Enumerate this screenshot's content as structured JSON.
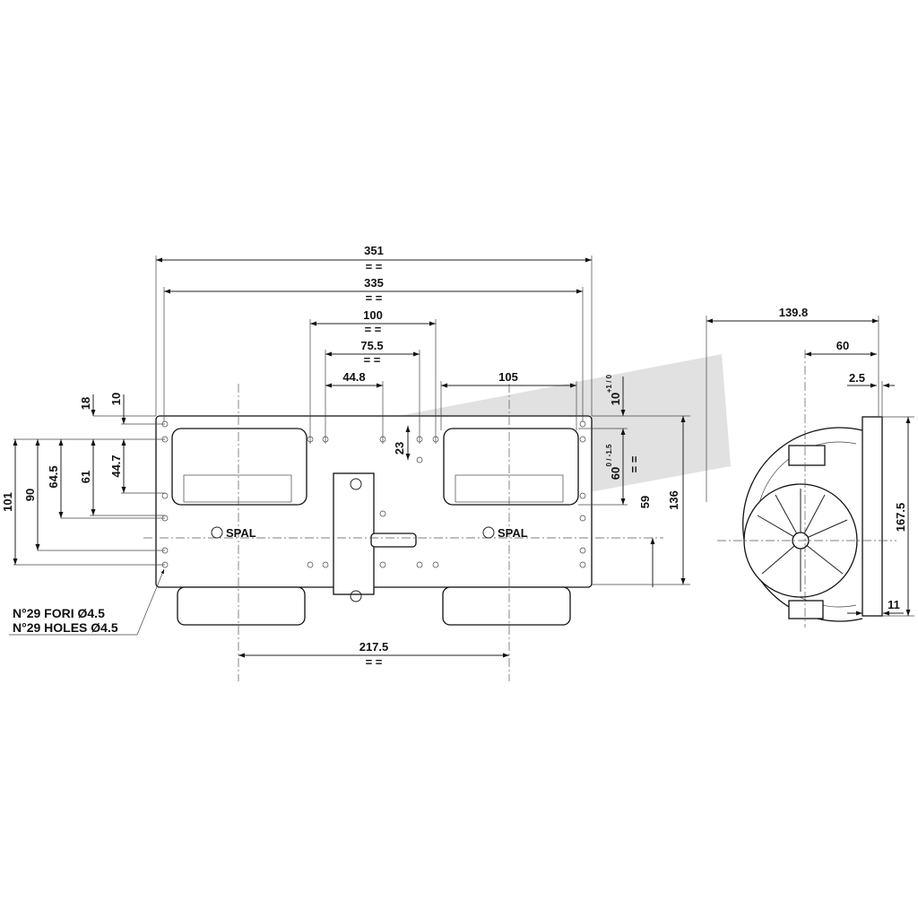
{
  "drawing": {
    "brand_logo": "SPAL",
    "front_view": {
      "dims": {
        "overall_width": "351",
        "hole_span": "335",
        "center_100": "100",
        "center_75_5": "75.5",
        "offset_44_8": "44.8",
        "outlet_105": "105",
        "fan_spacing": "217.5",
        "hole_23": "23",
        "outlet_top": "10",
        "outlet_top_tol": "+1 / 0",
        "outlet_height": "60",
        "outlet_height_tol": "0 / -1.5",
        "axis_59": "59",
        "height_136": "136",
        "left_18": "18",
        "left_10": "10",
        "left_44_7": "44.7",
        "left_61": "61",
        "left_64_5": "64.5",
        "left_90": "90",
        "left_101": "101",
        "symmetric_mark": "= ="
      },
      "holes_note_it": "N°29 FORI Ø4.5",
      "holes_note_en": "N°29 HOLES Ø4.5"
    },
    "side_view": {
      "dims": {
        "depth": "139.8",
        "depth_60": "60",
        "flange": "2.5",
        "height": "167.5",
        "bottom_11": "11"
      }
    }
  }
}
